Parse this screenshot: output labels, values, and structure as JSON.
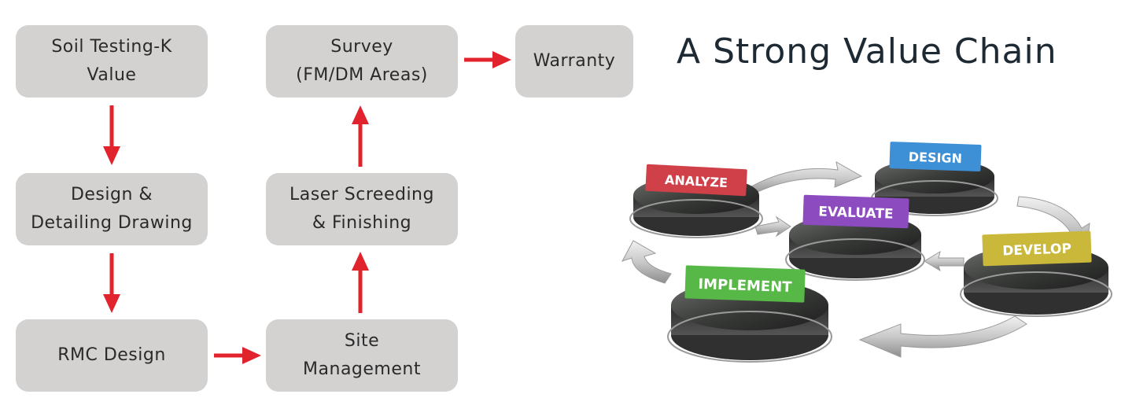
{
  "title": "A Strong Value Chain",
  "flow_steps": [
    "Soil Testing-K\nValue",
    "Design &\nDetailing Drawing",
    "RMC  Design",
    "Site\nManagement",
    "Laser Screeding\n& Finishing",
    "Survey\n(FM/DM Areas)",
    "Warranty"
  ],
  "cycle_stages": {
    "analyze": "ANALYZE",
    "design": "DESIGN",
    "evaluate": "EVALUATE",
    "develop": "DEVELOP",
    "implement": "IMPLEMENT"
  },
  "colors": {
    "box": "#d3d2d1",
    "arrow": "#e0232c",
    "analyze": "#cf4049",
    "design": "#3d8fd6",
    "evaluate": "#8c4bbf",
    "develop": "#c9b83a",
    "implement": "#58b847"
  }
}
